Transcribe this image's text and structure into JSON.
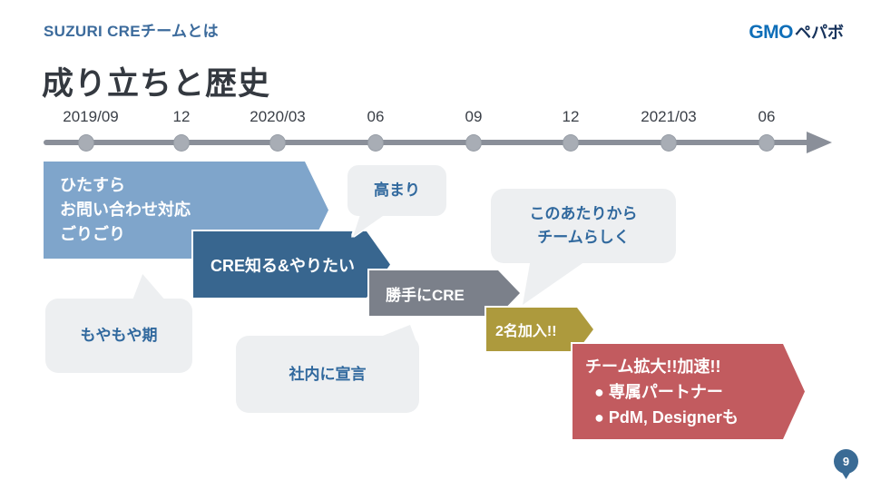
{
  "slide": {
    "header_label": "SUZURI CREチームとは",
    "title": "成り立ちと歴史",
    "page_number": "9",
    "logo": {
      "gmo": "GMO",
      "pepabo": "ペパボ"
    }
  },
  "timeline": {
    "labels": [
      "2019/09",
      "12",
      "2020/03",
      "06",
      "09",
      "12",
      "2021/03",
      "06"
    ]
  },
  "events": {
    "support": {
      "lines": [
        "ひたすら",
        "お問い合わせ対応",
        "ごりごり"
      ],
      "color": "#7fa5cb"
    },
    "moyamoya": {
      "label": "もやもや期"
    },
    "know_cre": {
      "label": "CRE知る&やりたい",
      "color": "#38668f"
    },
    "takamari": {
      "label": "高まり"
    },
    "katte_cre": {
      "label": "勝手にCRE",
      "color": "#7b808a"
    },
    "shanai": {
      "label": "社内に宣言"
    },
    "join_two": {
      "label": "2名加入!!",
      "color": "#ad9a3d"
    },
    "konoatari": {
      "lines": [
        "このあたりから",
        "チームらしく"
      ]
    },
    "expand": {
      "lines": [
        "チーム拡大!!加速!!",
        "● 専属パートナー",
        "● PdM, Designerも"
      ],
      "color": "#c25b5f"
    }
  },
  "colors": {
    "header_text": "#3c6b9c",
    "title_text": "#343940",
    "bubble_bg": "#edeff1",
    "bubble_text": "#31699e",
    "timeline_line": "#8a8f99",
    "timeline_dot": "#a8adb5",
    "page_pin": "#3a6b95",
    "logo_gmo": "#0e6eb8",
    "logo_pepabo": "#17335c"
  }
}
